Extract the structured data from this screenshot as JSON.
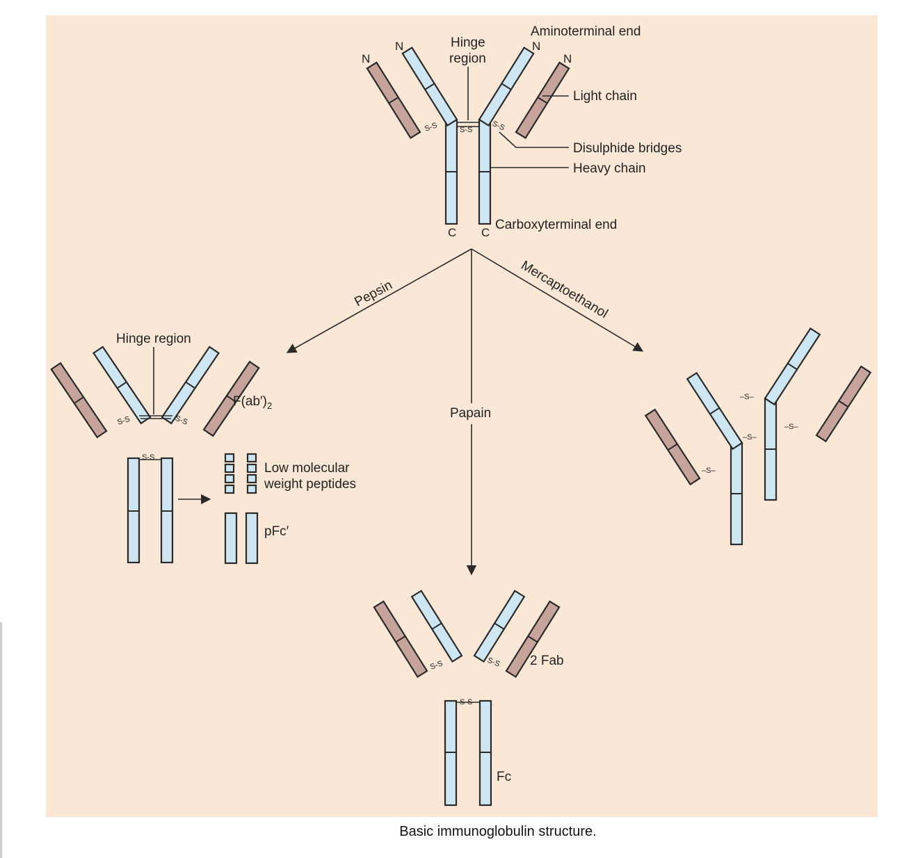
{
  "labels": {
    "aminoterminal_end": "Aminoterminal end",
    "hinge_region_top_1": "Hinge",
    "hinge_region_top_2": "region",
    "light_chain": "Light chain",
    "disulphide_bridges": "Disulphide bridges",
    "heavy_chain": "Heavy chain",
    "carboxyterminal_end": "Carboxyterminal end",
    "n_terminal": "N",
    "c_terminal": "C",
    "disulphide": "S-S",
    "pepsin": "Pepsin",
    "papain": "Papain",
    "mercaptoethanol": "Mercaptoethanol",
    "hinge_region_left": "Hinge region",
    "fab2_main": "F(ab′)",
    "fab2_sub": "2",
    "low_mw_1": "Low molecular",
    "low_mw_2": "weight peptides",
    "pfc": "pFc′",
    "fab": "2 Fab",
    "fc": "Fc",
    "free_sulfur": "–S–"
  },
  "caption": "Basic immunoglobulin structure.",
  "colors": {
    "background": "#fbe7d6",
    "heavy_chain": "#cde6f2",
    "light_chain": "#c6a49c",
    "outline": "#2a2a2a"
  }
}
